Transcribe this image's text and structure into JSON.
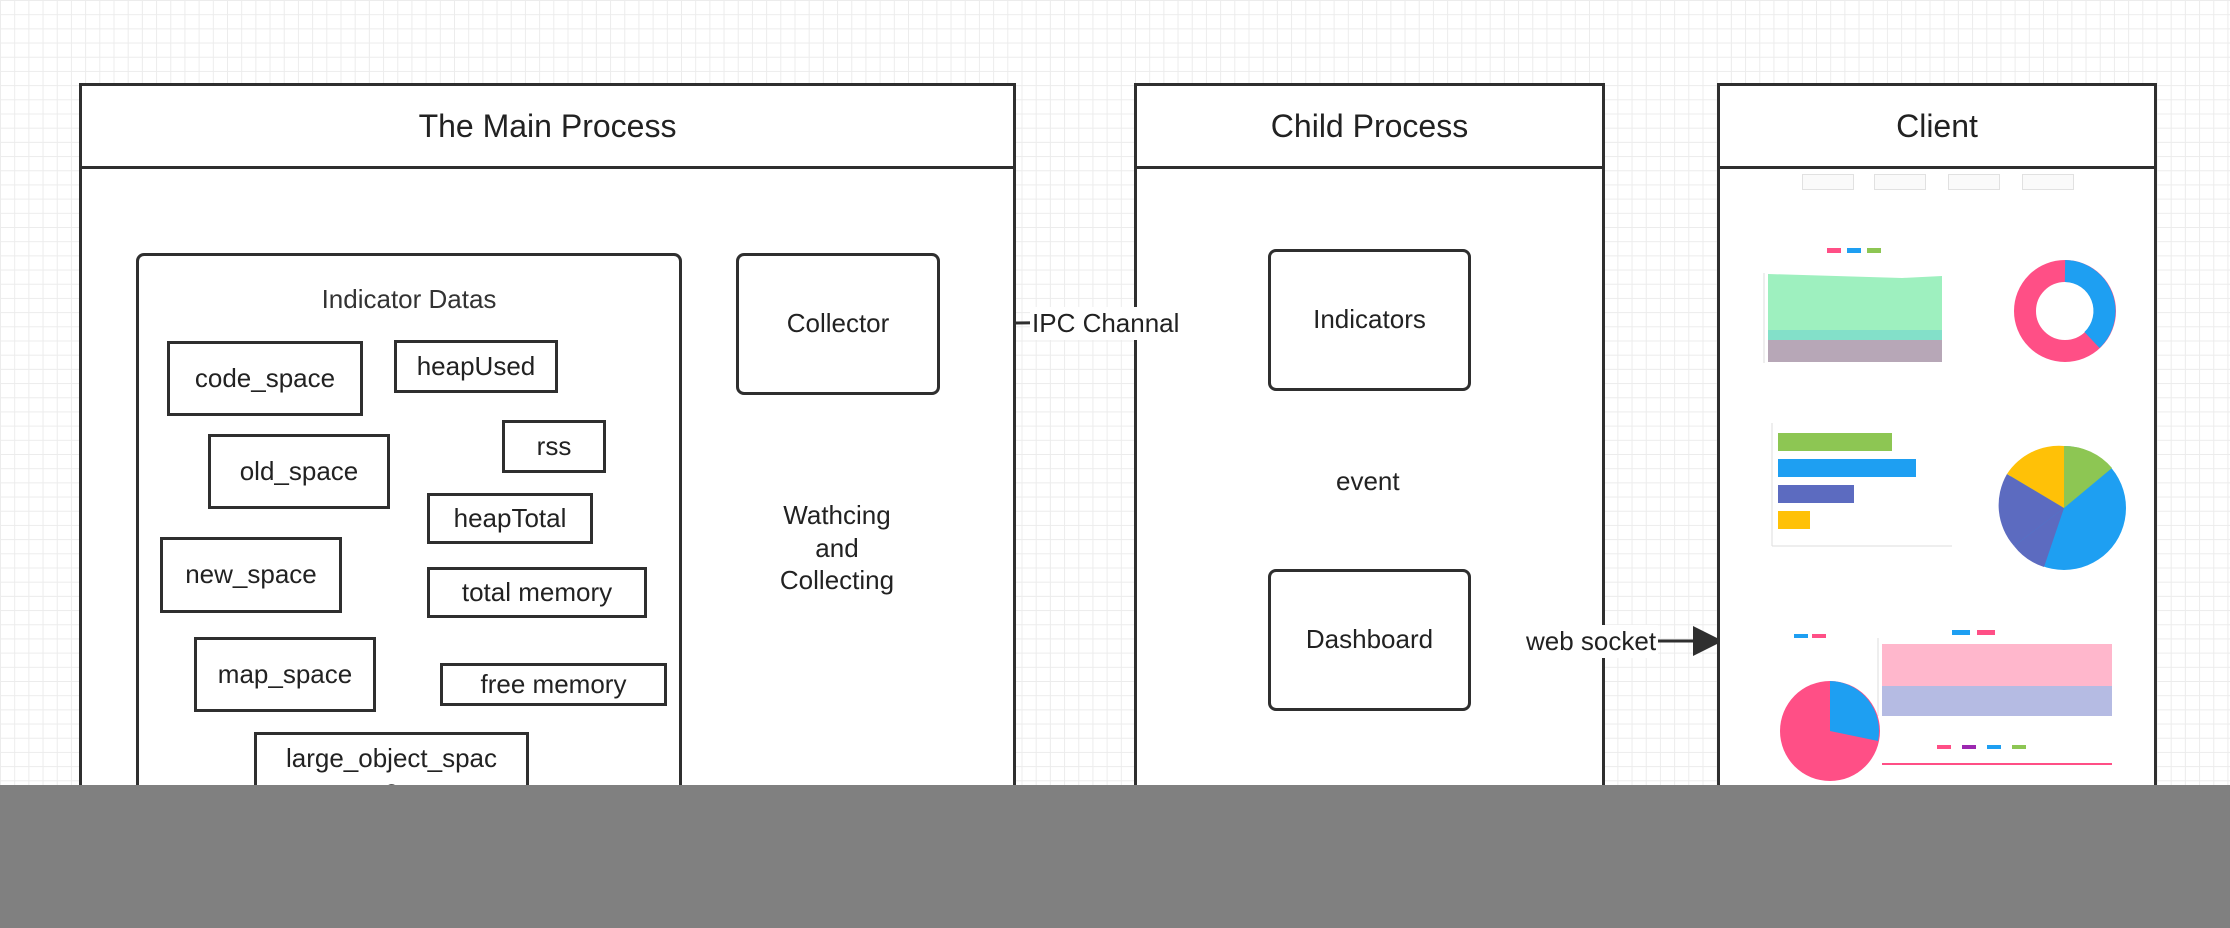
{
  "pools": {
    "main": {
      "title": "The Main Process"
    },
    "child": {
      "title": "Child Process"
    },
    "client": {
      "title": "Client"
    }
  },
  "indicator_group": {
    "title": "Indicator Datas",
    "items": {
      "code_space": "code_space",
      "heapUsed": "heapUsed",
      "rss": "rss",
      "old_space": "old_space",
      "heapTotal": "heapTotal",
      "new_space": "new_space",
      "total_memory": "total memory",
      "map_space": "map_space",
      "free_memory": "free memory",
      "large_object_space": "large_object_spac\ne"
    }
  },
  "nodes": {
    "collector": "Collector",
    "indicators": "Indicators",
    "dashboard": "Dashboard"
  },
  "edges": {
    "ipc": "IPC Channal",
    "watching": "Wathcing\nand\nCollecting",
    "event": "event",
    "websocket": "web socket"
  },
  "colors": {
    "stroke": "#2f2f2f",
    "grid": "#ececec",
    "footer": "#808080",
    "mint": "#9ef0bf",
    "pink": "#ff4f86",
    "blue": "#1e9ff2",
    "green": "#8dc653",
    "indigo": "#5c6bc0",
    "amber": "#ffc107",
    "light_pink": "#ffb7cc",
    "lavender": "#b5bbe3"
  }
}
